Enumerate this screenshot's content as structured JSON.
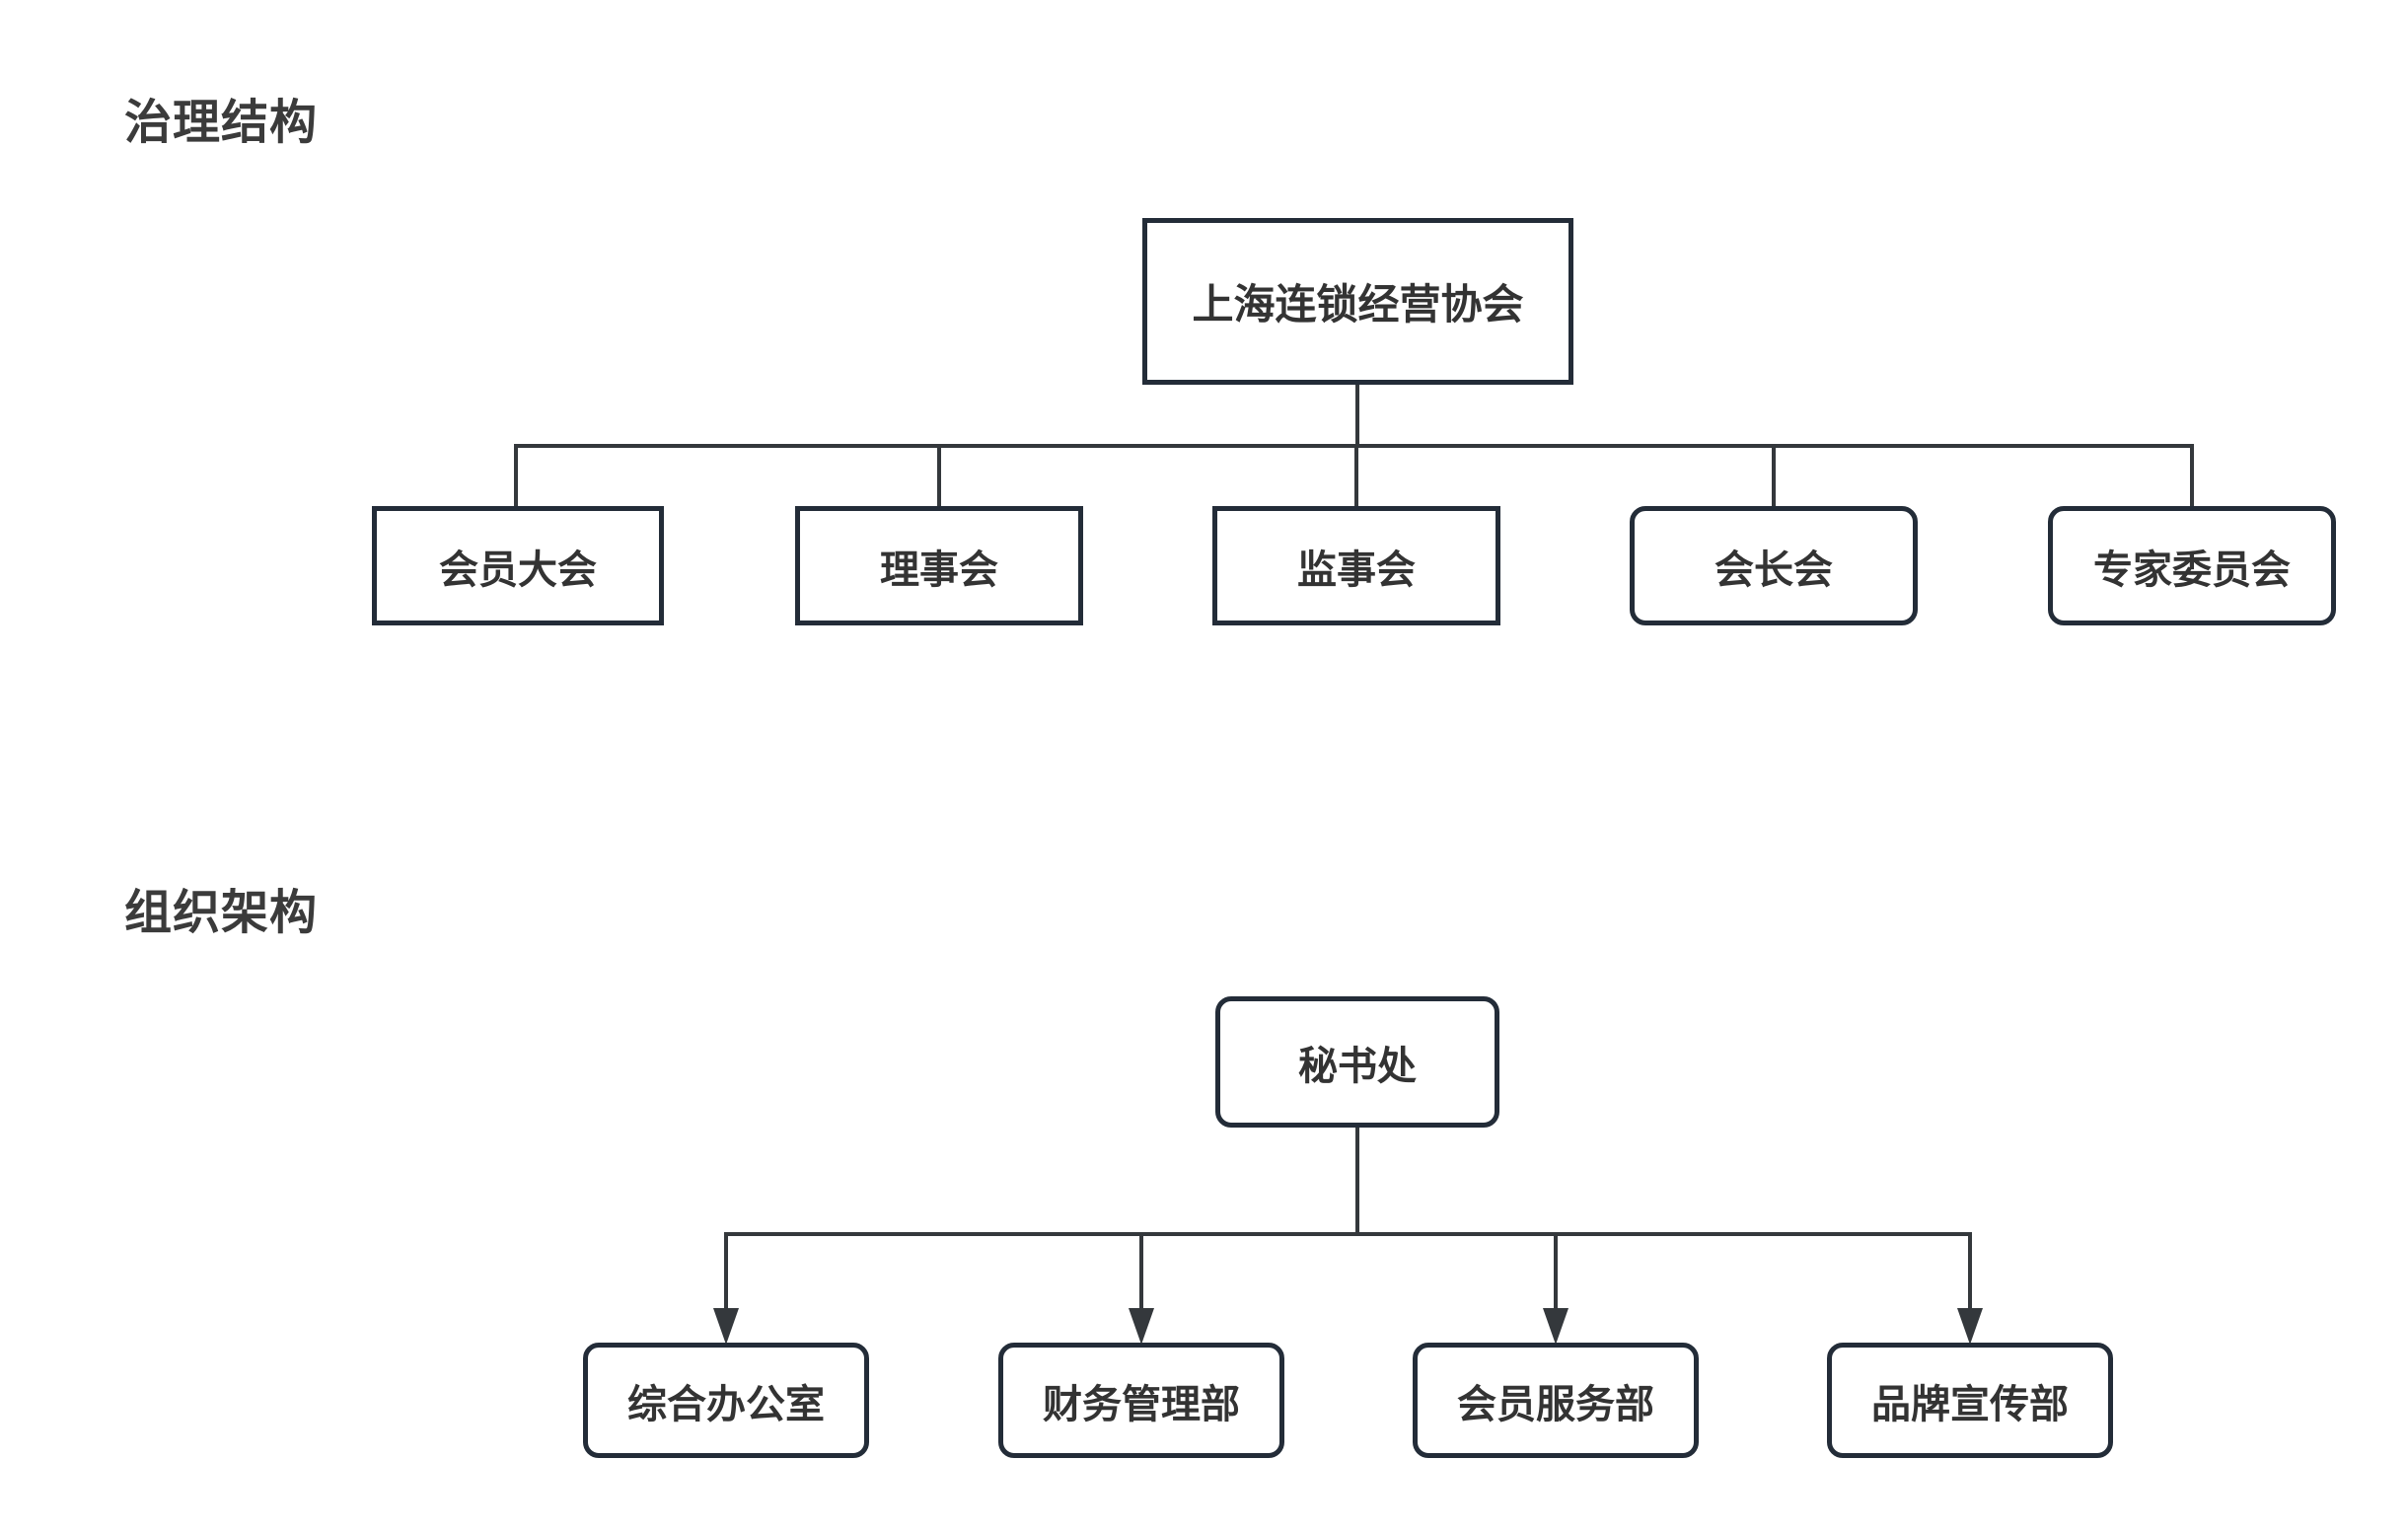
{
  "page": {
    "background": "#ffffff"
  },
  "colors": {
    "node_border": "#232c38",
    "connector": "#34383c",
    "node_text": "#333333",
    "title_text": "#3b3b3b"
  },
  "sections": [
    {
      "title": "治理结构",
      "connector_style": "plain",
      "root": {
        "label": "上海连锁经营协会"
      },
      "children": [
        {
          "label": "会员大会",
          "shape": "square"
        },
        {
          "label": "理事会",
          "shape": "square"
        },
        {
          "label": "监事会",
          "shape": "square"
        },
        {
          "label": "会长会",
          "shape": "rounded"
        },
        {
          "label": "专家委员会",
          "shape": "rounded"
        }
      ]
    },
    {
      "title": "组织架构",
      "connector_style": "arrow",
      "root": {
        "label": "秘书处"
      },
      "children": [
        {
          "label": "综合办公室",
          "shape": "rounded"
        },
        {
          "label": "财务管理部",
          "shape": "rounded"
        },
        {
          "label": "会员服务部",
          "shape": "rounded"
        },
        {
          "label": "品牌宣传部",
          "shape": "rounded"
        }
      ]
    }
  ]
}
